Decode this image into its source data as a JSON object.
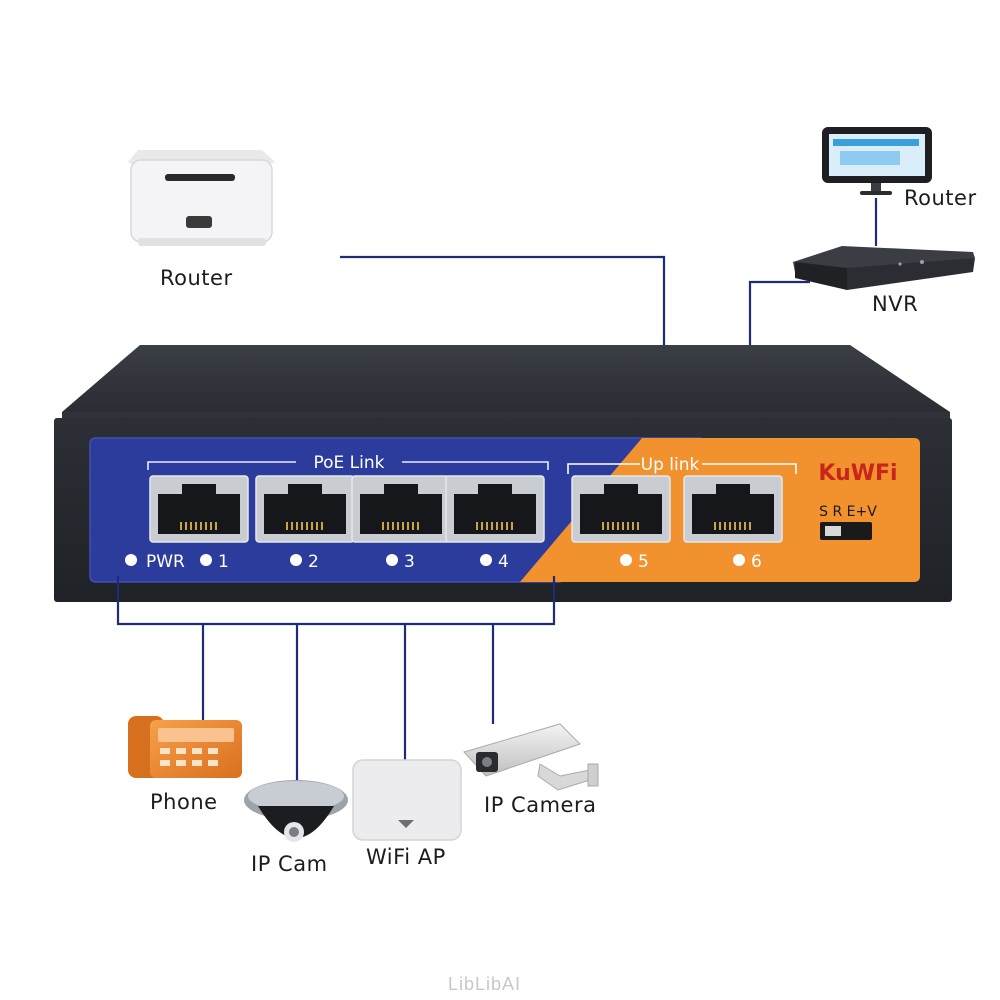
{
  "devices": {
    "top_left_device": "Router",
    "top_right_device": "Router",
    "nvr": "NVR",
    "phone": "Phone",
    "ip_cam": "IP Cam",
    "wifi_ap": "WiFi AP",
    "ip_camera": "IP Camera"
  },
  "switch": {
    "brand": "KuWFi",
    "poe_group_label": "PoE Link",
    "uplink_group_label": "Up link",
    "dip_switch_label": "S R E+V",
    "power_led_label": "PWR",
    "port_numbers": [
      "1",
      "2",
      "3",
      "4",
      "5",
      "6"
    ],
    "colors": {
      "body": "#25282d",
      "panel_blue": "#2c3c9c",
      "panel_orange": "#f2922e",
      "brand_red": "#c8251c",
      "link_line": "#1e2a7a"
    }
  },
  "watermark": "LibLibAI"
}
